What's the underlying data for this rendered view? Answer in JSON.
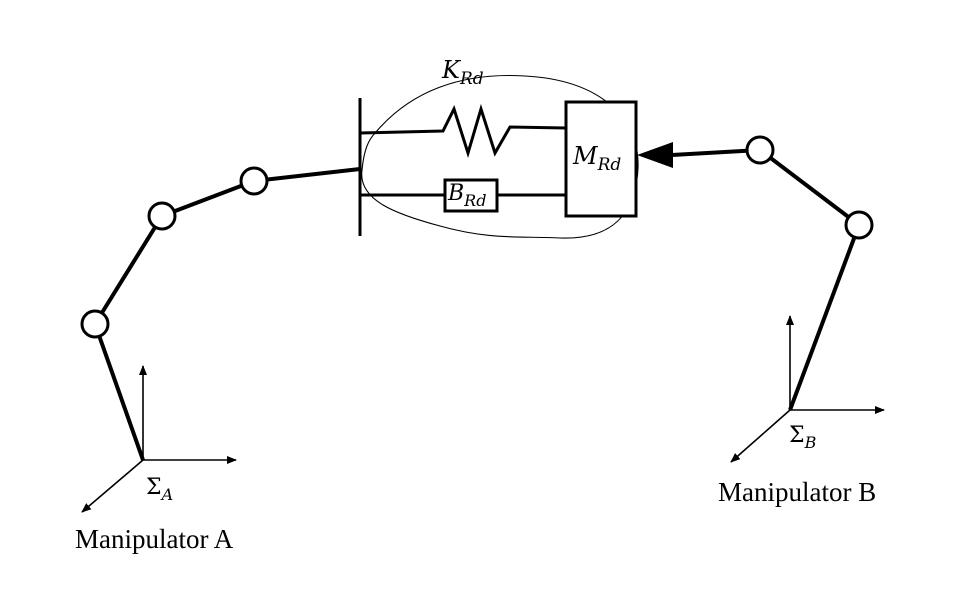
{
  "labels": {
    "stiffness_main": "K",
    "stiffness_sub": "Rd",
    "damping_main": "B",
    "damping_sub": "Rd",
    "mass_main": "M",
    "mass_sub": "Rd",
    "frame_a_main": "Σ",
    "frame_a_sub": "A",
    "frame_b_main": "Σ",
    "frame_b_sub": "B",
    "manipulator_a": "Manipulator A",
    "manipulator_b": "Manipulator B"
  },
  "colors": {
    "ink": "#000000",
    "background": "#ffffff"
  }
}
